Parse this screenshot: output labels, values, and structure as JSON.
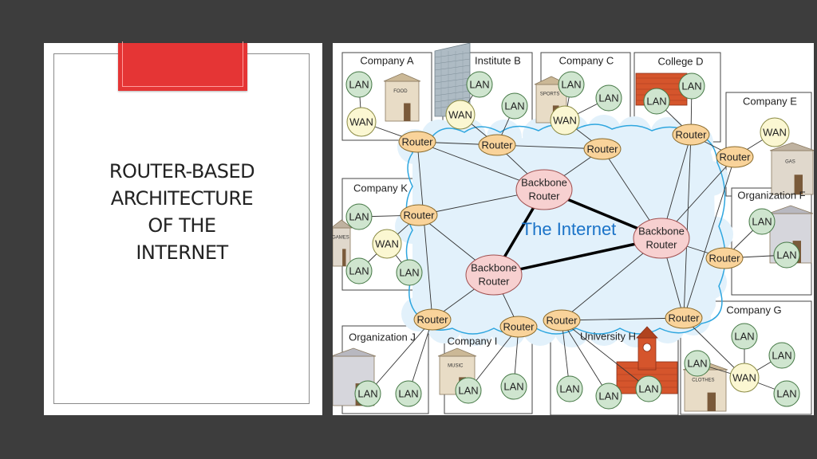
{
  "slide": {
    "title_lines": [
      "ROUTER-BASED",
      "ARCHITECTURE",
      "OF THE",
      "INTERNET"
    ]
  },
  "colors": {
    "background": "#3d3d3d",
    "accent": "#e53535",
    "lan_fill": "#cfe5cf",
    "wan_fill": "#fbf7d2",
    "router_fill": "#f9d39a",
    "backbone_fill": "#f7d0d0",
    "cloud_fill": "#e2f1fb",
    "cloud_stroke": "#2ea6df",
    "internet_text": "#1a73c8"
  },
  "diagram": {
    "cloud_label": "The Internet",
    "router_label": "Router",
    "backbone_label_line1": "Backbone",
    "backbone_label_line2": "Router",
    "lan_label": "LAN",
    "wan_label": "WAN",
    "building_signs": [
      "FOOD",
      "SPORTS",
      "GAS",
      "GAMES",
      "MUSIC",
      "CLOTHES"
    ],
    "organizations": [
      {
        "name": "Company A"
      },
      {
        "name": "Institute B"
      },
      {
        "name": "Company C"
      },
      {
        "name": "College D"
      },
      {
        "name": "Company E"
      },
      {
        "name": "Organization F"
      },
      {
        "name": "Company G"
      },
      {
        "name": "University H"
      },
      {
        "name": "Company I"
      },
      {
        "name": "Organization J"
      },
      {
        "name": "Company K"
      }
    ]
  }
}
